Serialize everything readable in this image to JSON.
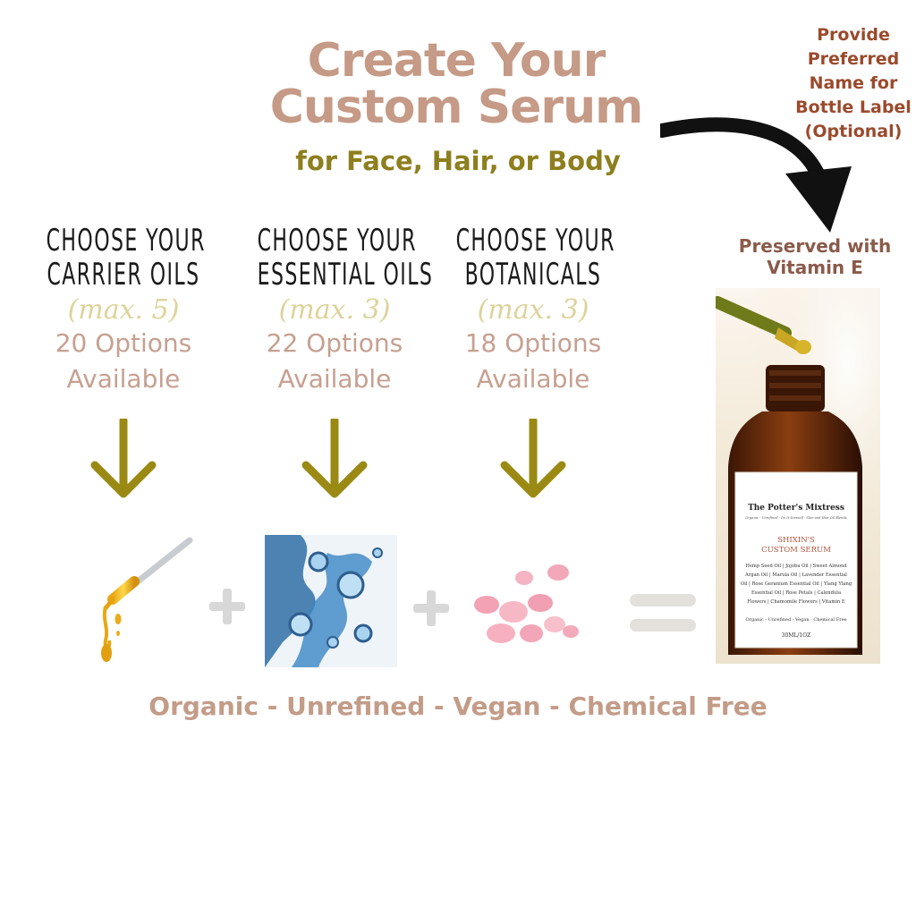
{
  "title_line1": "Create Your",
  "title_line2": "Custom Serum",
  "subtitle": "for Face, Hair, or Body",
  "columns": [
    {
      "head1": "CHOOSE YOUR",
      "head2": "CARRIER OILS",
      "max": "(max. 5)",
      "options1": "20 Options",
      "options2": "Available"
    },
    {
      "head1": "CHOOSE YOUR",
      "head2": "ESSENTIAL OILS",
      "max": "(max. 3)",
      "options1": "22 Options",
      "options2": "Available"
    },
    {
      "head1": "CHOOSE YOUR",
      "head2": "BOTANICALS",
      "max": "(max. 3)",
      "options1": "18 Options",
      "options2": "Available"
    }
  ],
  "note_label": [
    "Provide",
    "Preferred",
    "Name for",
    "Bottle Label",
    "(Optional)"
  ],
  "note_vitamin": [
    "Preserved with",
    "Vitamin E"
  ],
  "bottle_label": {
    "brand": "The Potter's Mixtress",
    "tagline": "Organic · Unrefined · Do It Yourself · Skin and Hair Oil Blends",
    "name1": "SHIXIN'S",
    "name2": "CUSTOM SERUM",
    "ingredients": [
      "Hemp Seed Oil | Jojoba Oil | Sweet Almond",
      "Argan Oil | Marula Oil | Lavender Essential",
      "Oil | Rose Geranium Essential Oil | Ylang Ylang",
      "Essential Oil | Rose Petals | Calendula",
      "Flowers | Chamomile Flowers | Vitamin E"
    ],
    "claims": "Organic - Unrefined - Vegan - Chemical Free",
    "size": "30ML/1OZ"
  },
  "footer": "Organic - Unrefined - Vegan - Chemical Free",
  "colors": {
    "title": "#c59a86",
    "subtitle": "#8d7f1e",
    "arrow": "#9a8a14",
    "note": "#9a4a2c",
    "plus": "#d8d8d8"
  },
  "icons": [
    "dropper-icon",
    "water-bubbles-image",
    "rose-petals-image",
    "equals-icon",
    "plus-icon",
    "down-arrow-icon",
    "curved-arrow-icon"
  ]
}
